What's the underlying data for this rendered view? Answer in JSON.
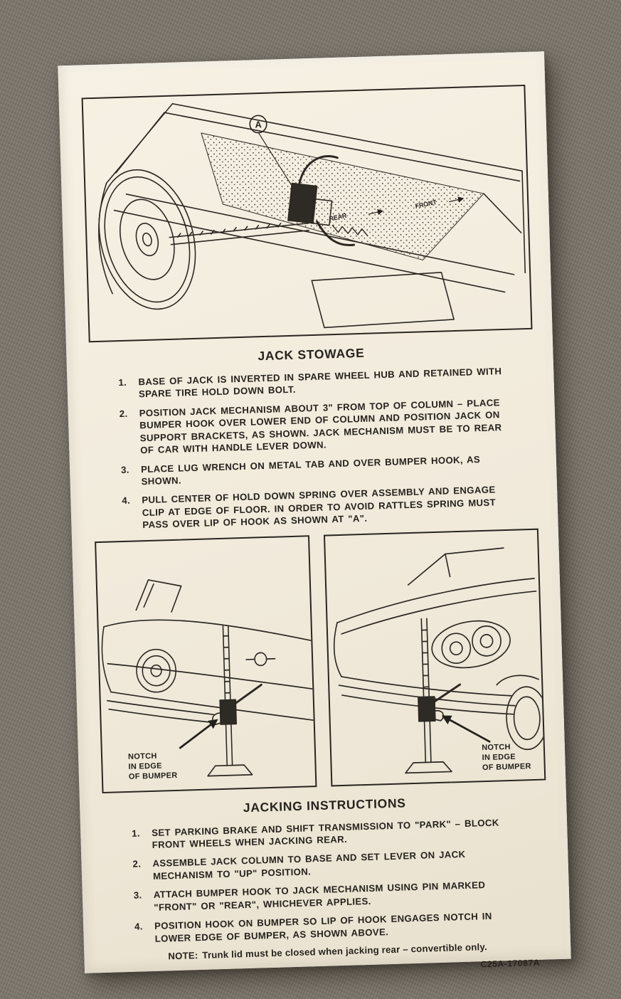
{
  "jack_stowage": {
    "title": "JACK STOWAGE",
    "items": [
      {
        "num": "1.",
        "text": "BASE OF JACK IS INVERTED IN SPARE WHEEL HUB AND RETAINED WITH SPARE TIRE HOLD DOWN BOLT."
      },
      {
        "num": "2.",
        "text": "POSITION JACK MECHANISM ABOUT 3\" FROM TOP OF COLUMN – PLACE BUMPER HOOK OVER LOWER END OF COLUMN AND POSITION JACK ON SUPPORT BRACKETS, AS SHOWN. JACK MECHANISM MUST BE TO REAR OF CAR WITH HANDLE LEVER DOWN."
      },
      {
        "num": "3.",
        "text": "PLACE LUG WRENCH ON METAL TAB AND OVER BUMPER HOOK, AS SHOWN."
      },
      {
        "num": "4.",
        "text": "PULL CENTER OF HOLD DOWN SPRING OVER ASSEMBLY AND ENGAGE CLIP AT EDGE OF FLOOR. IN ORDER TO AVOID RATTLES SPRING MUST PASS OVER LIP OF HOOK AS SHOWN AT \"A\"."
      }
    ]
  },
  "jacking_instructions": {
    "title": "JACKING INSTRUCTIONS",
    "items": [
      {
        "num": "1.",
        "text": "SET PARKING BRAKE AND SHIFT TRANSMISSION TO \"PARK\" – BLOCK FRONT WHEELS WHEN JACKING REAR."
      },
      {
        "num": "2.",
        "text": "ASSEMBLE JACK COLUMN TO BASE AND SET LEVER ON JACK MECHANISM TO \"UP\" POSITION."
      },
      {
        "num": "3.",
        "text": "ATTACH BUMPER HOOK TO JACK MECHANISM USING PIN MARKED \"FRONT\" OR \"REAR\", WHICHEVER APPLIES."
      },
      {
        "num": "4.",
        "text": "POSITION HOOK ON BUMPER SO LIP OF HOOK ENGAGES NOTCH IN LOWER EDGE OF BUMPER, AS SHOWN ABOVE."
      }
    ],
    "note_label": "NOTE:",
    "note_text": "Trunk lid must be closed when jacking rear – convertible only."
  },
  "illustrations": {
    "stowage": {
      "label_a": "A",
      "front_label": "FRONT",
      "rear_label": "REAR"
    },
    "left_caption": "NOTCH\nIN EDGE\nOF BUMPER",
    "right_caption": "NOTCH\nIN EDGE\nOF BUMPER"
  },
  "footer": {
    "part_number": "C25A-17087A"
  }
}
